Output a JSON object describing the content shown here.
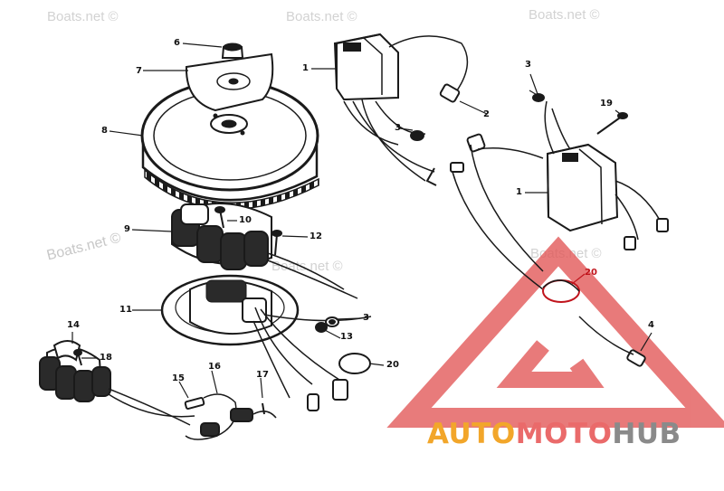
{
  "watermarks": [
    "Boats.net ©",
    "Boats.net ©",
    "Boats.net ©",
    "Boats.net ©",
    "Boats.net ©",
    "Boats.net ©"
  ],
  "brand": {
    "part1": "AUTO",
    "part2": "MOTO",
    "part3": "HUB"
  },
  "callouts": [
    "1",
    "1",
    "2",
    "3",
    "3",
    "3",
    "4",
    "6",
    "7",
    "8",
    "9",
    "10",
    "11",
    "12",
    "13",
    "14",
    "15",
    "16",
    "17",
    "18",
    "19",
    "20",
    "20"
  ],
  "colors": {
    "ink": "#1a1a1a",
    "callout_red": "#c0141c",
    "triangle": "#e25656",
    "brand_orange": "#f2a62a",
    "brand_pink": "#ea6a6a",
    "brand_gray": "#8a8a8a",
    "watermark": "#d2d2d2"
  }
}
